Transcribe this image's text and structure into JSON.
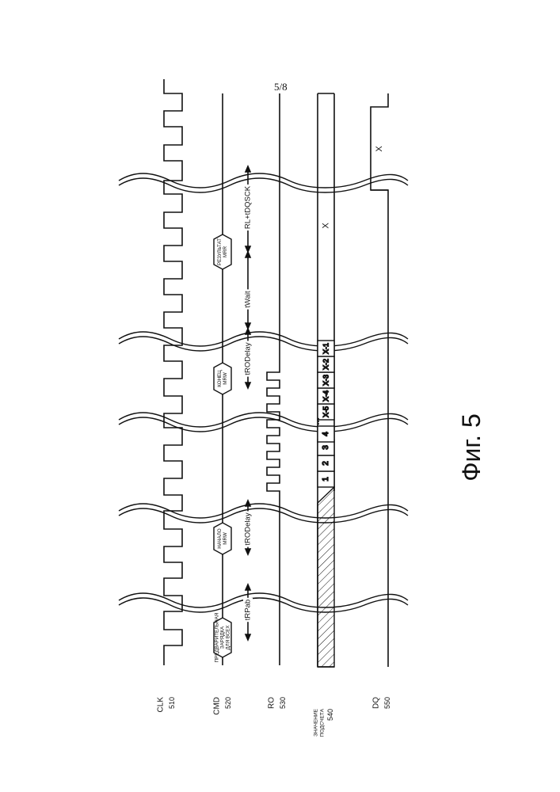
{
  "page_number": "5/8",
  "figure_caption": "Фиг. 5",
  "signals": [
    {
      "name": "CLK",
      "ref": "510"
    },
    {
      "name": "CMD",
      "ref": "520"
    },
    {
      "name": "RO",
      "ref": "530"
    },
    {
      "name": "ЗНАЧЕНИЕ ПОДСЧЕТА",
      "ref": "540"
    },
    {
      "name": "DQ",
      "ref": "550"
    }
  ],
  "commands": [
    {
      "lines": [
        "ПРЕДВАРИТЕЛЬНАЯ",
        "ЗАРЯДКА",
        "ДЛЯ ВСЕХ"
      ]
    },
    {
      "lines": [
        "НАЧАЛО",
        "MRW"
      ]
    },
    {
      "lines": [
        "КОНЕЦ",
        "MRW"
      ]
    },
    {
      "lines": [
        "РЕЗУЛЬТАТ",
        "MRR"
      ]
    }
  ],
  "timings": [
    "tRPab",
    "tRODelay",
    "tRODelay",
    "tWait",
    "RL+tDQSCK"
  ],
  "count_values_early": [
    "1",
    "2",
    "3",
    "4"
  ],
  "count_values_late": [
    "X-5",
    "X-4",
    "X-3",
    "X-2",
    "X-1"
  ],
  "count_value_final": "X",
  "dq_value": "X",
  "ellipsis": "•••"
}
